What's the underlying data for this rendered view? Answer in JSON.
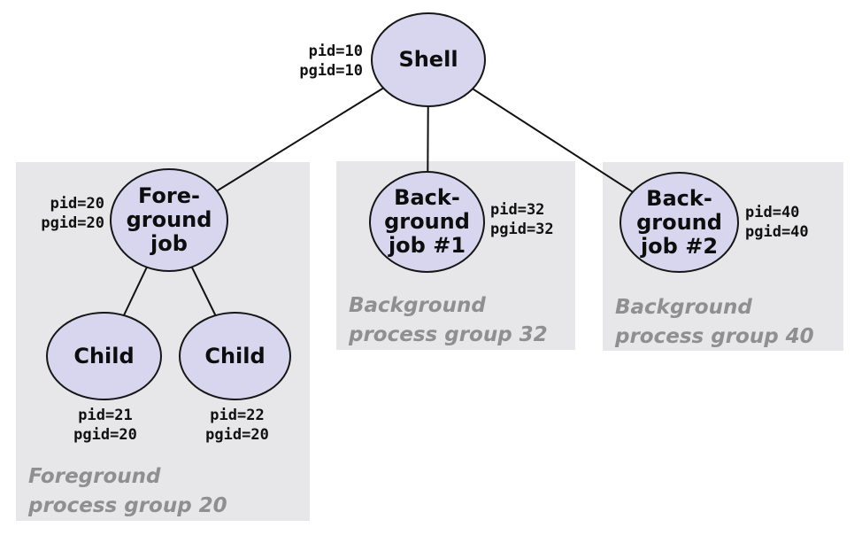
{
  "diagram_type": "process-tree",
  "nodes": [
    {
      "id": "shell",
      "label": "Shell",
      "pid": "pid=10\npgid=10"
    },
    {
      "id": "foreground-job",
      "label": "Fore-\nground\njob",
      "pid": "pid=20\npgid=20"
    },
    {
      "id": "background-job-1",
      "label": "Back-\nground\njob #1",
      "pid": "pid=32\npgid=32"
    },
    {
      "id": "background-job-2",
      "label": "Back-\nground\njob #2",
      "pid": "pid=40\npgid=40"
    },
    {
      "id": "child-1",
      "label": "Child",
      "pid": "pid=21\npgid=20"
    },
    {
      "id": "child-2",
      "label": "Child",
      "pid": "pid=22\npgid=20"
    }
  ],
  "edges": [
    {
      "from": "shell",
      "to": "foreground-job"
    },
    {
      "from": "shell",
      "to": "background-job-1"
    },
    {
      "from": "shell",
      "to": "background-job-2"
    },
    {
      "from": "foreground-job",
      "to": "child-1"
    },
    {
      "from": "foreground-job",
      "to": "child-2"
    }
  ],
  "groups": [
    {
      "id": "foreground-group-20",
      "caption": "Foreground\nprocess group 20"
    },
    {
      "id": "background-group-32",
      "caption": "Background\nprocess group 32"
    },
    {
      "id": "background-group-40",
      "caption": "Background\nprocess group 40"
    }
  ],
  "colors": {
    "node_fill": "#d8d6ee",
    "node_border": "#161616",
    "group_fill": "#e7e6e8",
    "caption_text": "#8f8f92",
    "edge_stroke": "#111111",
    "background": "#ffffff"
  }
}
